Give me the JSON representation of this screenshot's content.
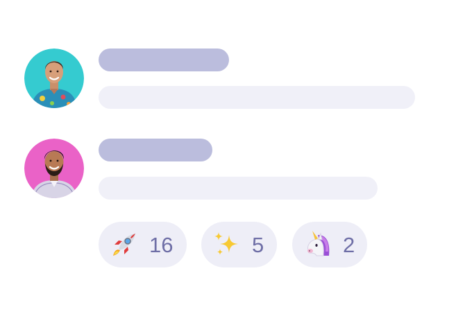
{
  "messages": [
    {
      "author": "user-1",
      "avatar_bg": "#35cbd0",
      "name_placeholder_color": "#bbbddd",
      "text_placeholder_color": "#f0f0f8"
    },
    {
      "author": "user-2",
      "avatar_bg": "#ea62c7",
      "name_placeholder_color": "#bbbddd",
      "text_placeholder_color": "#f0f0f8"
    }
  ],
  "reactions": [
    {
      "icon": "rocket-icon",
      "count": "16"
    },
    {
      "icon": "sparkles-icon",
      "count": "5"
    },
    {
      "icon": "unicorn-icon",
      "count": "2"
    }
  ],
  "colors": {
    "reaction_bg": "#eeeef7",
    "reaction_text": "#6e6ea6"
  }
}
